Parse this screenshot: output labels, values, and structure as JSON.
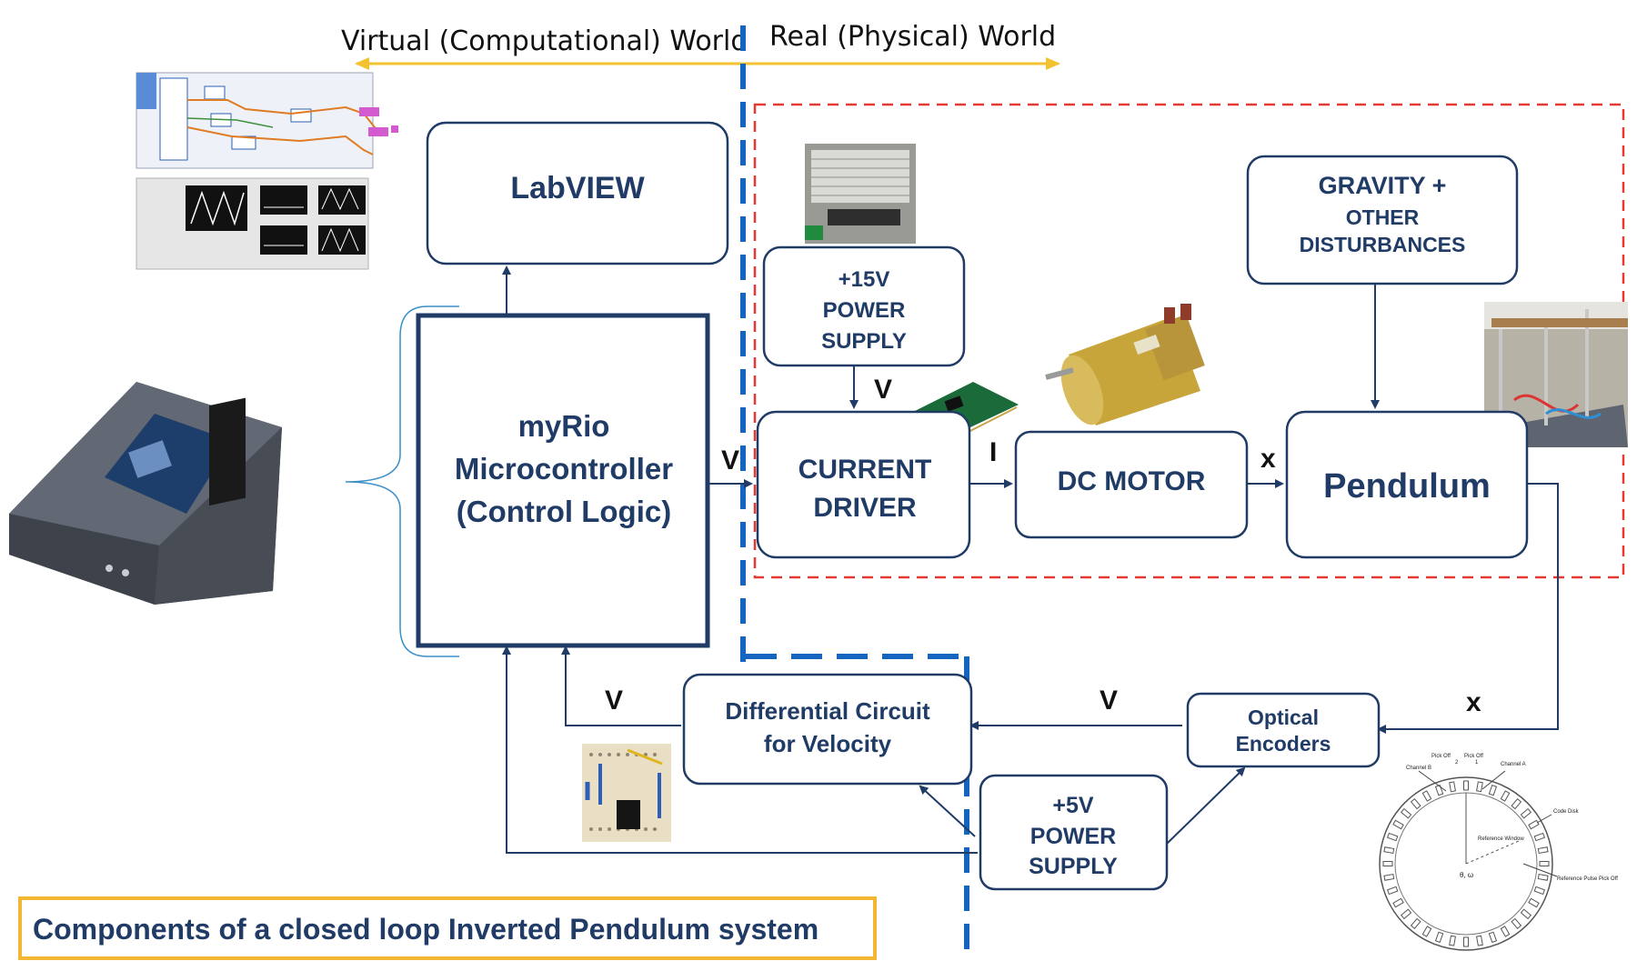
{
  "worlds": {
    "virtual": "Virtual (Computational) World",
    "real": "Real (Physical) World"
  },
  "blocks": {
    "labview": "LabVIEW",
    "myrio": [
      "myRio",
      "Microcontroller",
      "(Control Logic)"
    ],
    "power15": [
      "+15V",
      "POWER",
      "SUPPLY"
    ],
    "gravity": [
      "GRAVITY +",
      "OTHER",
      "DISTURBANCES"
    ],
    "current_driver": [
      "CURRENT",
      "DRIVER"
    ],
    "dc_motor": "DC MOTOR",
    "pendulum": "Pendulum",
    "differential": [
      "Differential Circuit",
      "for Velocity"
    ],
    "optical": [
      "Optical",
      "Encoders"
    ],
    "power5": [
      "+5V",
      "POWER",
      "SUPPLY"
    ]
  },
  "signals": {
    "v_myrio_driver": "V",
    "v_supply_driver": "V",
    "i_driver_motor": "I",
    "x_motor_pendulum": "x",
    "x_pendulum_encoder": "x",
    "v_encoder_diff": "V",
    "v_diff_myrio": "V"
  },
  "encoder_disk_labels": [
    "Channel B",
    "Pick Off",
    "Pick Off",
    "Channel A",
    "Code Disk",
    "Reference Window",
    "Reference Pulse Pick Off",
    "θ, ω",
    "2",
    "1"
  ],
  "caption": "Components of a closed loop Inverted Pendulum system",
  "colors": {
    "navy": "#1f3b66",
    "blue_dash": "#1565c0",
    "red_dash": "#e53935",
    "gold": "#f2c230",
    "caption_border": "#f2b632"
  }
}
